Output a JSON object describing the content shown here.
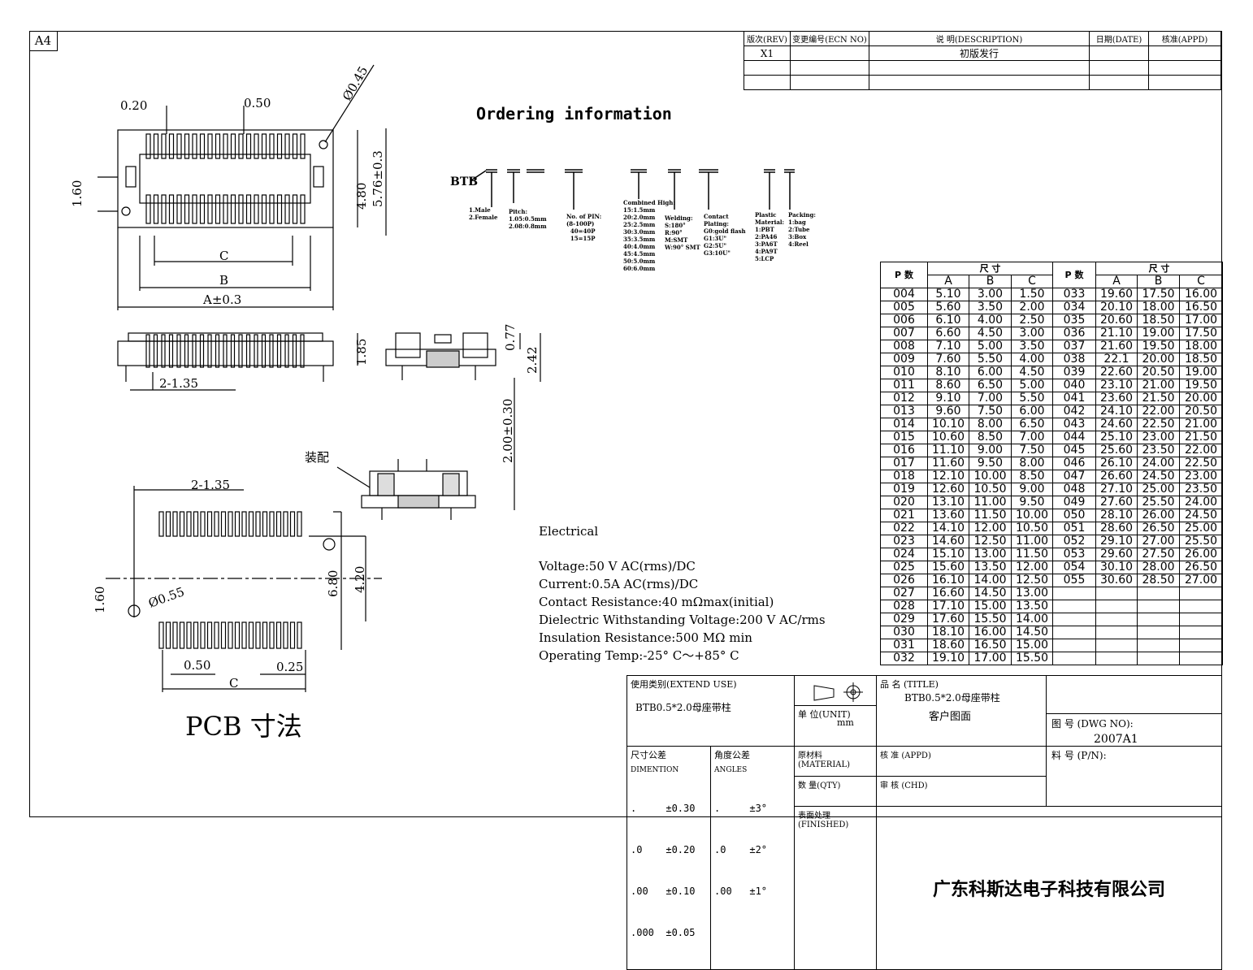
{
  "sheet": {
    "size": "A4"
  },
  "revision": {
    "headers": [
      "版次(REV)",
      "变更编号(ECN NO)",
      "说 明(DESCRIPTION)",
      "日期(DATE)",
      "核准(APPD)"
    ],
    "rows": [
      [
        "X1",
        "",
        "初版发行",
        "",
        ""
      ],
      [
        "",
        "",
        "",
        "",
        ""
      ],
      [
        "",
        "",
        "",
        "",
        ""
      ]
    ]
  },
  "ordering": {
    "title": "Ordering information",
    "prefix": "BTB",
    "fields": [
      {
        "label": "1.Male\n2.Female"
      },
      {
        "label": "Pitch:\n1.05:0.5mm\n2.08:0.8mm"
      },
      {
        "label": "No. of PIN:\n(8-100P)\n  40=40P\n  15=15P"
      },
      {
        "label": "Combined High:\n15:1.5mm\n20:2.0mm\n25:2.5mm\n30:3.0mm\n35:3.5mm\n40:4.0mm\n45:4.5mm\n50:5.0mm\n60:6.0mm"
      },
      {
        "label": "Welding:\nS:180°\nR:90°\nM:SMT\nW:90° SMT"
      },
      {
        "label": "Contact\nPlating:\nG0:gold flash\nG1:3U\"\nG2:5U\"\nG3:10U\""
      },
      {
        "label": "Plastic\nMaterial:\n1:PBT\n2:PA46\n3:PA6T\n4:PA9T\n5:LCP"
      },
      {
        "label": "Packing:\n1:bag\n2:Tube\n3:Box\n4:Reel"
      }
    ]
  },
  "drawing": {
    "top_view": {
      "d1": "0.20",
      "d2": "0.50",
      "d3": "Ø0.45",
      "d4": "1.60",
      "d5": "4.80",
      "d6": "5.76±0.3",
      "c": "C",
      "b": "B",
      "a": "A±0.3"
    },
    "side_view": {
      "d1": "2-1.35"
    },
    "section": {
      "d1": "1.85",
      "d2": "0.77",
      "d3": "2.42"
    },
    "mated": {
      "label": "装配",
      "d1": "2.00±0.30"
    },
    "pcb": {
      "title": "PCB 寸法",
      "d1": "2-1.35",
      "d2": "1.60",
      "d3": "Ø0.55",
      "d4": "6.80",
      "d5": "4.20",
      "d6": "0.50",
      "d7": "0.25",
      "c": "C"
    }
  },
  "electrical": {
    "title": "Electrical",
    "lines": [
      "Voltage:50 V AC(rms)/DC",
      "Current:0.5A AC(rms)/DC",
      "Contact Resistance:40 mΩmax(initial)",
      "Dielectric Withstanding Voltage:200 V AC/rms",
      "Insulation Resistance:500 MΩ min",
      "Operating Temp:-25° C～+85° C"
    ]
  },
  "dimensions": {
    "p_label": "P 数",
    "size_label": "尺      寸",
    "cols": [
      "A",
      "B",
      "C"
    ],
    "left": [
      [
        "004",
        "5.10",
        "3.00",
        "1.50"
      ],
      [
        "005",
        "5.60",
        "3.50",
        "2.00"
      ],
      [
        "006",
        "6.10",
        "4.00",
        "2.50"
      ],
      [
        "007",
        "6.60",
        "4.50",
        "3.00"
      ],
      [
        "008",
        "7.10",
        "5.00",
        "3.50"
      ],
      [
        "009",
        "7.60",
        "5.50",
        "4.00"
      ],
      [
        "010",
        "8.10",
        "6.00",
        "4.50"
      ],
      [
        "011",
        "8.60",
        "6.50",
        "5.00"
      ],
      [
        "012",
        "9.10",
        "7.00",
        "5.50"
      ],
      [
        "013",
        "9.60",
        "7.50",
        "6.00"
      ],
      [
        "014",
        "10.10",
        "8.00",
        "6.50"
      ],
      [
        "015",
        "10.60",
        "8.50",
        "7.00"
      ],
      [
        "016",
        "11.10",
        "9.00",
        "7.50"
      ],
      [
        "017",
        "11.60",
        "9.50",
        "8.00"
      ],
      [
        "018",
        "12.10",
        "10.00",
        "8.50"
      ],
      [
        "019",
        "12.60",
        "10.50",
        "9.00"
      ],
      [
        "020",
        "13.10",
        "11.00",
        "9.50"
      ],
      [
        "021",
        "13.60",
        "11.50",
        "10.00"
      ],
      [
        "022",
        "14.10",
        "12.00",
        "10.50"
      ],
      [
        "023",
        "14.60",
        "12.50",
        "11.00"
      ],
      [
        "024",
        "15.10",
        "13.00",
        "11.50"
      ],
      [
        "025",
        "15.60",
        "13.50",
        "12.00"
      ],
      [
        "026",
        "16.10",
        "14.00",
        "12.50"
      ],
      [
        "027",
        "16.60",
        "14.50",
        "13.00"
      ],
      [
        "028",
        "17.10",
        "15.00",
        "13.50"
      ],
      [
        "029",
        "17.60",
        "15.50",
        "14.00"
      ],
      [
        "030",
        "18.10",
        "16.00",
        "14.50"
      ],
      [
        "031",
        "18.60",
        "16.50",
        "15.00"
      ],
      [
        "032",
        "19.10",
        "17.00",
        "15.50"
      ]
    ],
    "right": [
      [
        "033",
        "19.60",
        "17.50",
        "16.00"
      ],
      [
        "034",
        "20.10",
        "18.00",
        "16.50"
      ],
      [
        "035",
        "20.60",
        "18.50",
        "17.00"
      ],
      [
        "036",
        "21.10",
        "19.00",
        "17.50"
      ],
      [
        "037",
        "21.60",
        "19.50",
        "18.00"
      ],
      [
        "038",
        "22.1",
        "20.00",
        "18.50"
      ],
      [
        "039",
        "22.60",
        "20.50",
        "19.00"
      ],
      [
        "040",
        "23.10",
        "21.00",
        "19.50"
      ],
      [
        "041",
        "23.60",
        "21.50",
        "20.00"
      ],
      [
        "042",
        "24.10",
        "22.00",
        "20.50"
      ],
      [
        "043",
        "24.60",
        "22.50",
        "21.00"
      ],
      [
        "044",
        "25.10",
        "23.00",
        "21.50"
      ],
      [
        "045",
        "25.60",
        "23.50",
        "22.00"
      ],
      [
        "046",
        "26.10",
        "24.00",
        "22.50"
      ],
      [
        "047",
        "26.60",
        "24.50",
        "23.00"
      ],
      [
        "048",
        "27.10",
        "25.00",
        "23.50"
      ],
      [
        "049",
        "27.60",
        "25.50",
        "24.00"
      ],
      [
        "050",
        "28.10",
        "26.00",
        "24.50"
      ],
      [
        "051",
        "28.60",
        "26.50",
        "25.00"
      ],
      [
        "052",
        "29.10",
        "27.00",
        "25.50"
      ],
      [
        "053",
        "29.60",
        "27.50",
        "26.00"
      ],
      [
        "054",
        "30.10",
        "28.00",
        "26.50"
      ],
      [
        "055",
        "30.60",
        "28.50",
        "27.00"
      ]
    ]
  },
  "title_block": {
    "extend_use_label": "使用类别(EXTEND  USE)",
    "extend_use_value": "BTB0.5*2.0母座带柱",
    "unit_label": "单 位(UNIT)",
    "unit_value": "mm",
    "product_label": "品 名 (TITLE)",
    "product_value": "BTB0.5*2.0母座带柱",
    "product_sub": "客户图面",
    "dwg_label": "图 号 (DWG NO):",
    "dwg_value": "2007A1",
    "part_label": "料 号 (P/N):",
    "tol_label": "尺寸公差",
    "tol_sub": "DIMENTION",
    "tol_rows": [
      ".     ±0.30",
      ".0    ±0.20",
      ".00   ±0.10",
      ".000  ±0.05"
    ],
    "ang_label": "角度公差",
    "ang_sub": "ANGLES",
    "ang_rows": [
      ".     ±3°",
      ".0    ±2°",
      ".00   ±1°"
    ],
    "material_label": "原材料(MATERIAL)",
    "qty_label": "数 量(QTY)",
    "finish_label": "表面处理(FINISHED)",
    "approve_label": "核 准 (APPD)",
    "check_label": "审 核 (CHD)",
    "company": "广东科斯达电子科技有限公司"
  }
}
